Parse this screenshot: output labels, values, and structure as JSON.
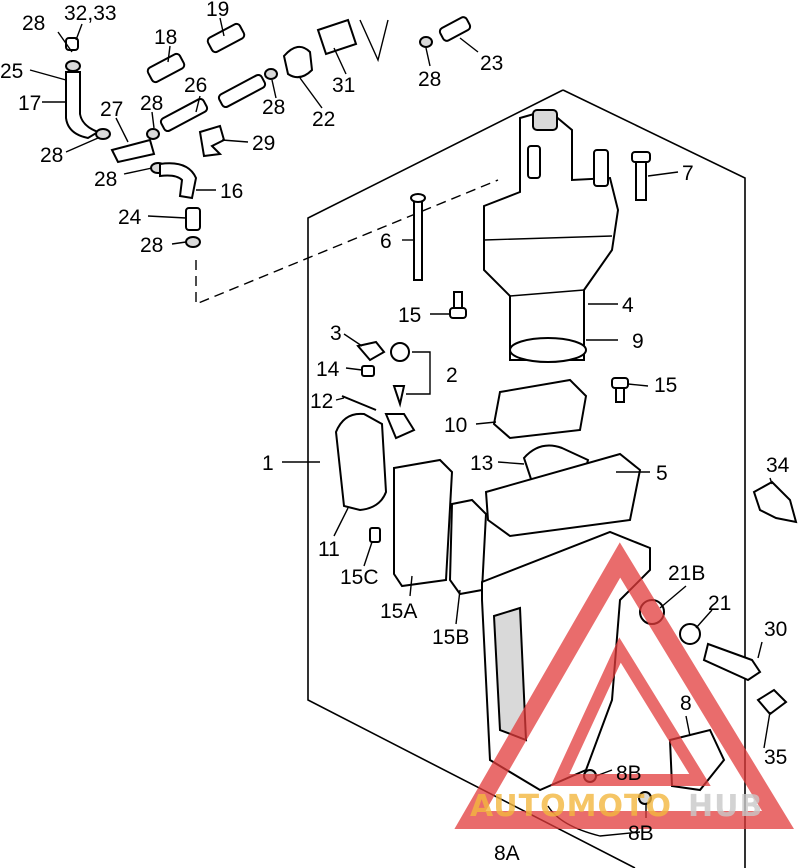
{
  "labels": [
    {
      "id": "lbl-28-a",
      "text": "28"
    },
    {
      "id": "lbl-32-33",
      "text": "32,33"
    },
    {
      "id": "lbl-19",
      "text": "19"
    },
    {
      "id": "lbl-18",
      "text": "18"
    },
    {
      "id": "lbl-25",
      "text": "25"
    },
    {
      "id": "lbl-17",
      "text": "17"
    },
    {
      "id": "lbl-27",
      "text": "27"
    },
    {
      "id": "lbl-28-b",
      "text": "28"
    },
    {
      "id": "lbl-26",
      "text": "26"
    },
    {
      "id": "lbl-28-c",
      "text": "28"
    },
    {
      "id": "lbl-22",
      "text": "22"
    },
    {
      "id": "lbl-31",
      "text": "31"
    },
    {
      "id": "lbl-28-d",
      "text": "28"
    },
    {
      "id": "lbl-23",
      "text": "23"
    },
    {
      "id": "lbl-29",
      "text": "29"
    },
    {
      "id": "lbl-28-e",
      "text": "28"
    },
    {
      "id": "lbl-28-f",
      "text": "28"
    },
    {
      "id": "lbl-16",
      "text": "16"
    },
    {
      "id": "lbl-24",
      "text": "24"
    },
    {
      "id": "lbl-28-g",
      "text": "28"
    },
    {
      "id": "lbl-7",
      "text": "7"
    },
    {
      "id": "lbl-6",
      "text": "6"
    },
    {
      "id": "lbl-15-a",
      "text": "15"
    },
    {
      "id": "lbl-4",
      "text": "4"
    },
    {
      "id": "lbl-9",
      "text": "9"
    },
    {
      "id": "lbl-3",
      "text": "3"
    },
    {
      "id": "lbl-2",
      "text": "2"
    },
    {
      "id": "lbl-14",
      "text": "14"
    },
    {
      "id": "lbl-15-b",
      "text": "15"
    },
    {
      "id": "lbl-12",
      "text": "12"
    },
    {
      "id": "lbl-10",
      "text": "10"
    },
    {
      "id": "lbl-1",
      "text": "1"
    },
    {
      "id": "lbl-13",
      "text": "13"
    },
    {
      "id": "lbl-5",
      "text": "5"
    },
    {
      "id": "lbl-34",
      "text": "34"
    },
    {
      "id": "lbl-11",
      "text": "11"
    },
    {
      "id": "lbl-15c",
      "text": "15C"
    },
    {
      "id": "lbl-15a",
      "text": "15A"
    },
    {
      "id": "lbl-15b",
      "text": "15B"
    },
    {
      "id": "lbl-21b",
      "text": "21B"
    },
    {
      "id": "lbl-21",
      "text": "21"
    },
    {
      "id": "lbl-30",
      "text": "30"
    },
    {
      "id": "lbl-8",
      "text": "8"
    },
    {
      "id": "lbl-35",
      "text": "35"
    },
    {
      "id": "lbl-8b-a",
      "text": "8B"
    },
    {
      "id": "lbl-8b-b",
      "text": "8B"
    },
    {
      "id": "lbl-8a",
      "text": "8A"
    }
  ],
  "watermark": {
    "text_part1": "AUTOMOTO",
    "text_part2": "HUB",
    "color_part1": "#f3b73f",
    "color_part2": "#c9c9c9",
    "logo_color": "#e23b3b"
  }
}
